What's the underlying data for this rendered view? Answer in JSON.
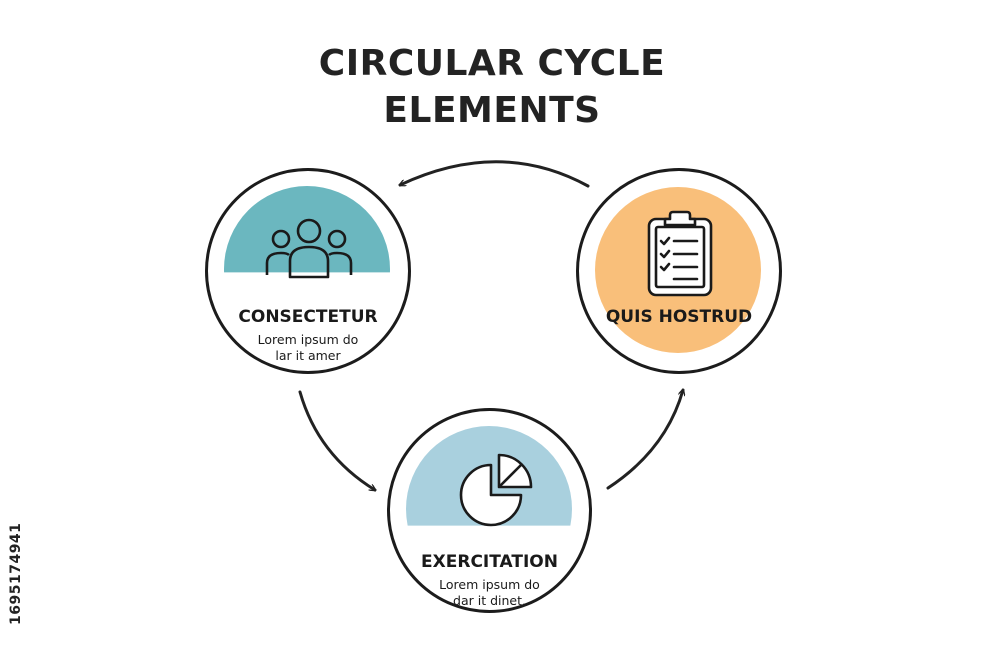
{
  "title": {
    "line1": "CIRCULAR CYCLE",
    "line2": "ELEMENTS"
  },
  "nodes": [
    {
      "name": "consectetur",
      "label": "CONSECTETUR",
      "desc1": "Lorem ipsum do",
      "desc2": "lar it amer",
      "icon": "people-group-icon",
      "color": "#6bb7bf"
    },
    {
      "name": "quis-hostrud",
      "label": "QUIS HOSTRUD",
      "icon": "clipboard-checklist-icon",
      "color": "#f9bf7a"
    },
    {
      "name": "exercitation",
      "label": "EXERCITATION",
      "desc1": "Lorem ipsum do",
      "desc2": "dar it dinet.",
      "icon": "pie-chart-icon",
      "color": "#a9d0de"
    }
  ],
  "watermark": "1695174941"
}
